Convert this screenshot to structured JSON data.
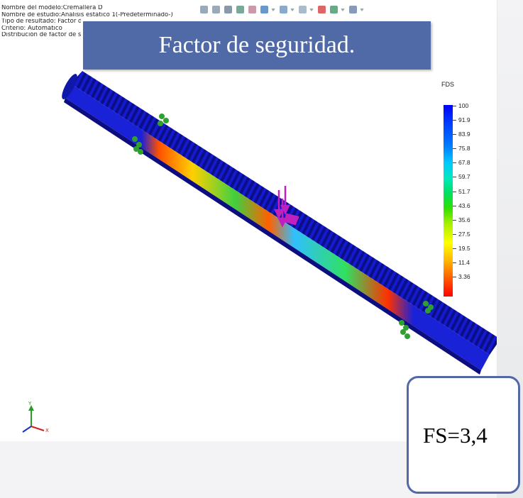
{
  "info_lines": [
    "Nombre del modelo:Cremallera D",
    "Nombre de estudio:Análisis estático 1(-Predeterminado-)",
    "Tipo de resultado: Factor de seguridad",
    "Criterio: Automático",
    "Distribución de factor de seguridad"
  ],
  "title": "Factor de seguridad.",
  "legend": {
    "title": "FDS",
    "ticks": [
      "100",
      "91.9",
      "83.9",
      "75.8",
      "67.8",
      "59.7",
      "51.7",
      "43.6",
      "35.6",
      "27.5",
      "19.5",
      "11.4",
      "3.36"
    ]
  },
  "fs_label": "FS=3,4",
  "axis": {
    "y": "Y",
    "x": "X"
  },
  "toolbar_icons": [
    "zoom-fit-icon",
    "zoom-area-icon",
    "previous-view-icon",
    "section-view-icon",
    "view-orientation-icon",
    "display-style-icon",
    "hide-show-icon",
    "edit-appearance-icon",
    "scene-icon",
    "view-settings-icon"
  ],
  "colors": {
    "title_bg": "#4f6aa6",
    "fs_border": "#5468a6",
    "model_base": "#1a22d8",
    "fixture": "#2fa02f",
    "load": "#c020c0"
  }
}
